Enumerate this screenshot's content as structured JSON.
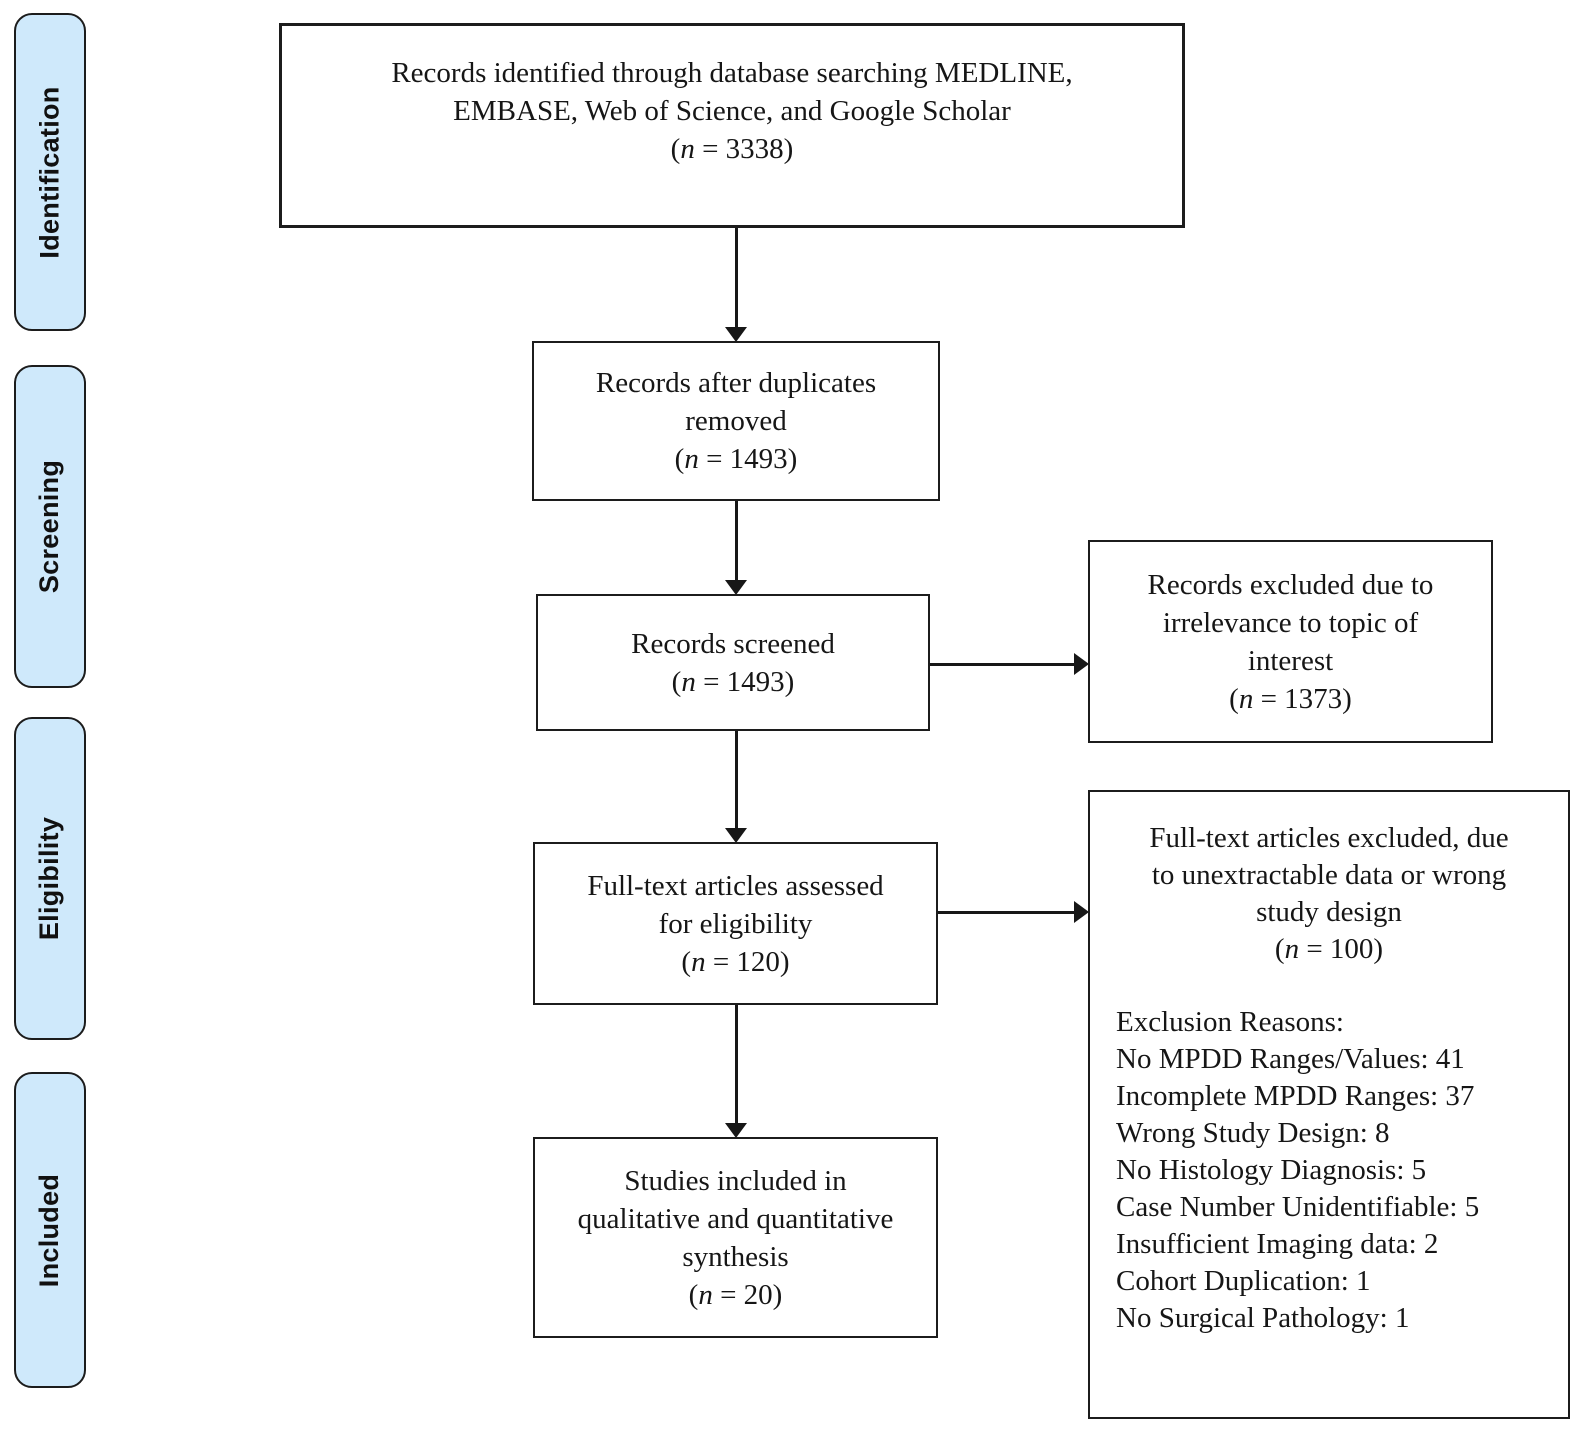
{
  "title": "PRISMA flow diagram",
  "colors": {
    "stage_fill": "#cfe9fb",
    "stage_border": "#1c1c1c",
    "box_border": "#1c1c1c",
    "text": "#161616",
    "arrow": "#171717"
  },
  "n_format": {
    "open": "(",
    "sym": "n",
    "eq": " = ",
    "close": ")"
  },
  "stages": [
    {
      "label": "Identification"
    },
    {
      "label": "Screening"
    },
    {
      "label": "Eligibility"
    },
    {
      "label": "Included"
    }
  ],
  "boxes": {
    "identified": {
      "lines": [
        "Records identified through database searching MEDLINE,",
        "EMBASE, Web of Science, and Google Scholar"
      ],
      "count": "3338"
    },
    "deduplicated": {
      "lines": [
        "Records after duplicates",
        "removed"
      ],
      "count": "1493"
    },
    "screened": {
      "lines": [
        "Records screened"
      ],
      "count": "1493"
    },
    "fulltext_assessed": {
      "lines": [
        "Full-text articles assessed",
        "for eligibility"
      ],
      "count": "120"
    },
    "included": {
      "lines": [
        "Studies included in",
        "qualitative and quantitative",
        "synthesis"
      ],
      "count": "20"
    },
    "excluded_screening": {
      "lines": [
        "Records excluded due to",
        "irrelevance to topic of",
        "interest"
      ],
      "count": "1373"
    },
    "excluded_fulltext": {
      "lines": [
        "Full-text articles excluded, due",
        "to unextractable data or wrong",
        "study design"
      ],
      "count": "100",
      "reasons_title": "Exclusion Reasons:",
      "reasons": [
        "No MPDD Ranges/Values: 41",
        "Incomplete MPDD Ranges: 37",
        "Wrong Study Design: 8",
        "No Histology Diagnosis: 5",
        "Case Number Unidentifiable: 5",
        "Insufficient Imaging data: 2",
        "Cohort Duplication: 1",
        "No Surgical Pathology: 1"
      ]
    }
  }
}
